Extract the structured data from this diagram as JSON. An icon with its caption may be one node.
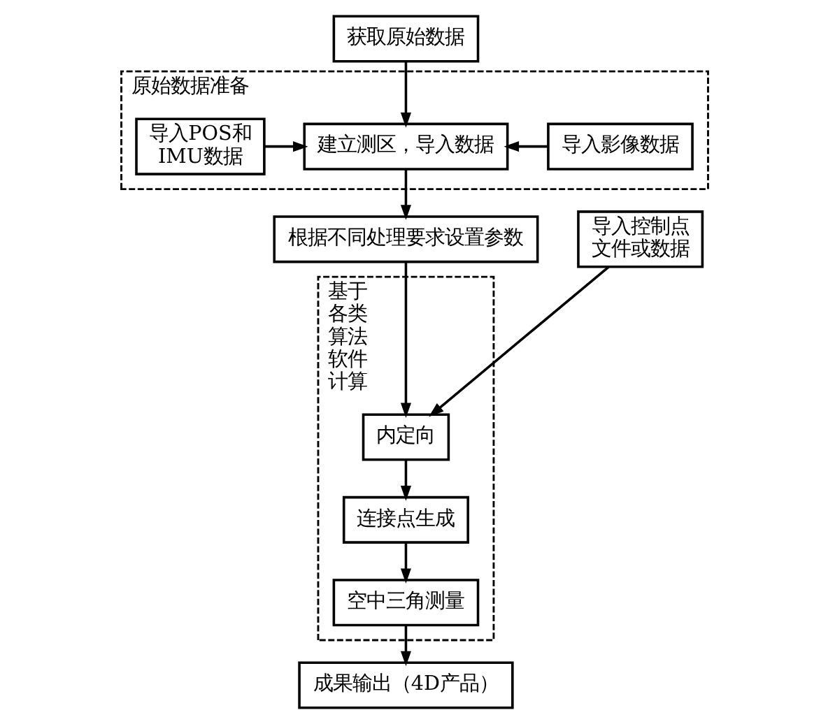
{
  "diagram": {
    "nodes": [
      {
        "text": [
          "获取原始数据"
        ]
      },
      {
        "text": [
          "原始数据准备"
        ]
      },
      {
        "text": [
          "导入POS和IMU数据"
        ],
        "in": 1
      },
      {
        "text": [
          "建立测区，导入数据"
        ],
        "in": 1
      },
      {
        "text": [
          "导入影像数据"
        ],
        "in": 1
      },
      {
        "text": [
          "根据不同处理要求设置参数"
        ]
      },
      {
        "text": [
          "导入控制点文件或数据"
        ]
      },
      {
        "text": [
          "基于各类算法软件计算"
        ]
      },
      {
        "text": [
          "内定向"
        ],
        "in": 7
      },
      {
        "text": [
          "连接点生成"
        ],
        "in": 7
      },
      {
        "text": [
          "空中三角测量"
        ],
        "in": 7
      },
      {
        "text": [
          "成果输出（4D产品）"
        ]
      }
    ],
    "edges": [
      {
        "from": 0,
        "to": 3,
        "arrow": "to"
      },
      {
        "from": 2,
        "to": 3,
        "arrow": "to"
      },
      {
        "from": 4,
        "to": 3,
        "arrow": "to"
      },
      {
        "from": 3,
        "to": 5,
        "arrow": "to"
      },
      {
        "from": 5,
        "to": 8,
        "arrow": "to"
      },
      {
        "from": 6,
        "to": 8,
        "arrow": "to"
      },
      {
        "from": 8,
        "to": 9,
        "arrow": "to"
      },
      {
        "from": 9,
        "to": 10,
        "arrow": "to"
      },
      {
        "from": 10,
        "to": 11,
        "arrow": "to"
      }
    ]
  }
}
